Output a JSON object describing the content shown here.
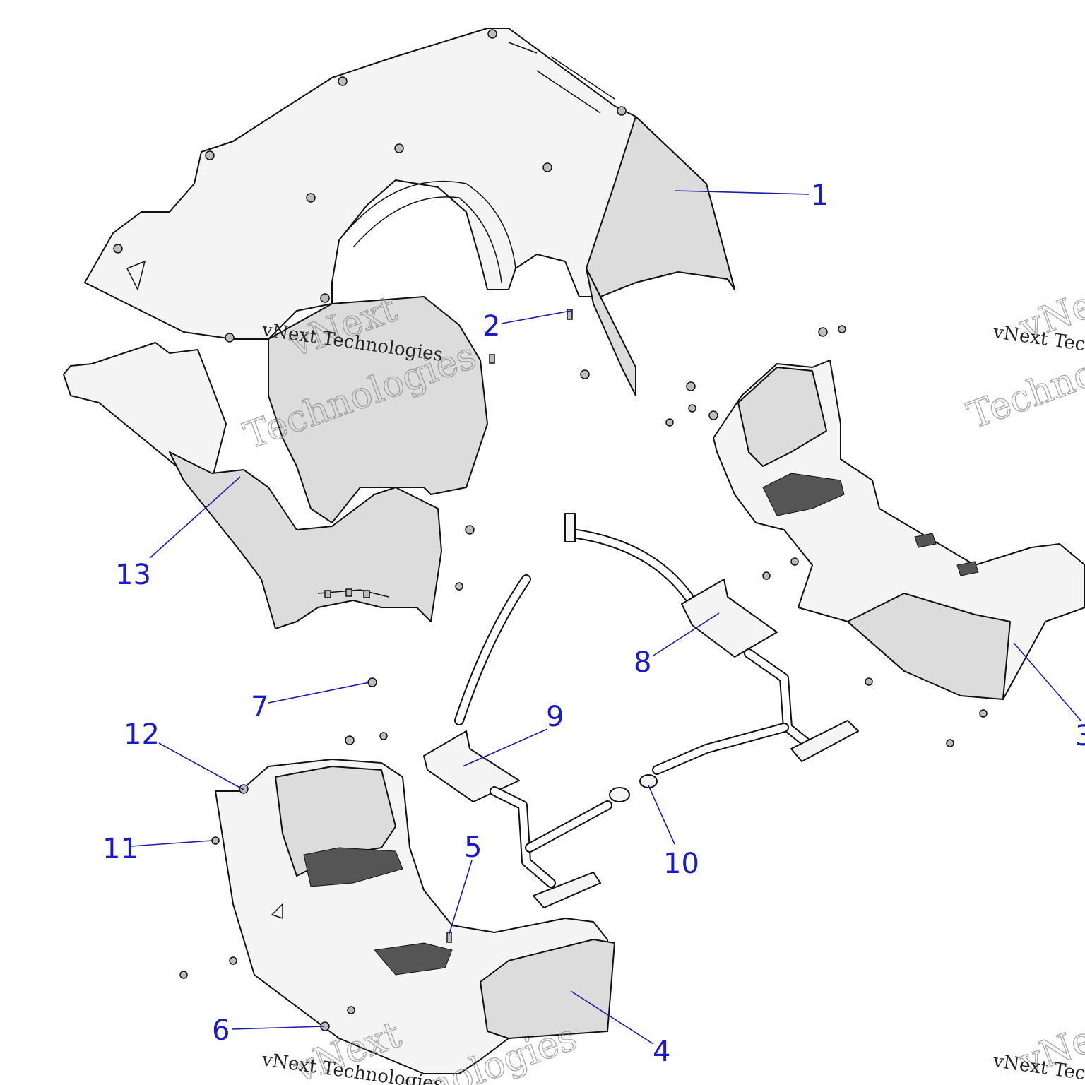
{
  "callouts": [
    {
      "id": "1",
      "label": "1"
    },
    {
      "id": "2",
      "label": "2"
    },
    {
      "id": "3",
      "label": "3"
    },
    {
      "id": "4",
      "label": "4"
    },
    {
      "id": "5",
      "label": "5"
    },
    {
      "id": "6",
      "label": "6"
    },
    {
      "id": "7",
      "label": "7"
    },
    {
      "id": "8",
      "label": "8"
    },
    {
      "id": "9",
      "label": "9"
    },
    {
      "id": "10",
      "label": "10"
    },
    {
      "id": "11",
      "label": "11"
    },
    {
      "id": "12",
      "label": "12"
    },
    {
      "id": "13",
      "label": "13"
    }
  ],
  "watermark": {
    "text": "vNext Technologies",
    "word1": "vNext",
    "word2": "Technologies"
  },
  "colors": {
    "callout": "#1a1acc",
    "leader": "#1a1aa8",
    "part_fill": "#dcdcdc",
    "outline": "#111111"
  }
}
